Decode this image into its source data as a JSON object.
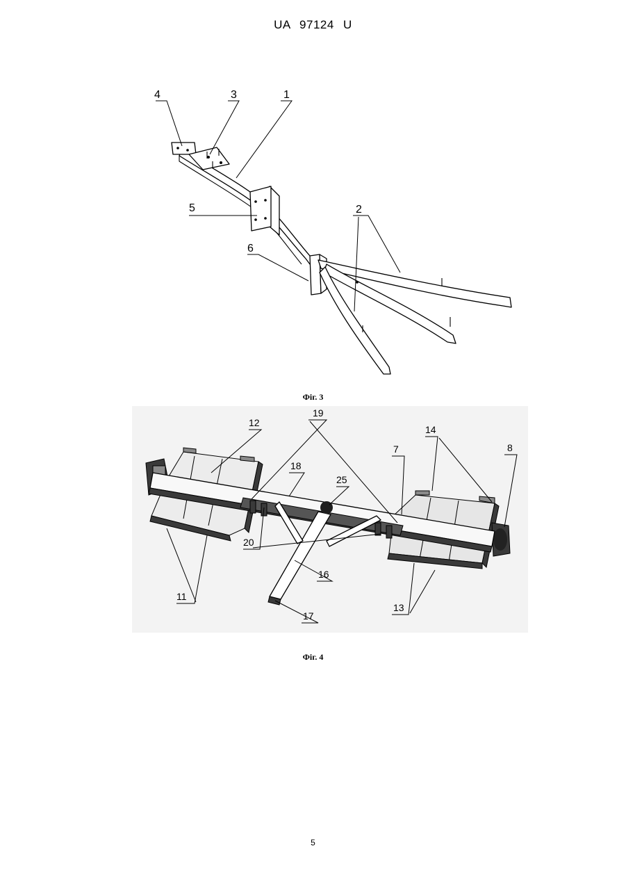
{
  "header": {
    "doc_id": "UA   97124   U"
  },
  "figure3": {
    "caption": "Фіг. 3",
    "labels": {
      "l1": "1",
      "l2": "2",
      "l3": "3",
      "l4": "4",
      "l5": "5",
      "l6": "6"
    }
  },
  "figure4": {
    "caption": "Фіг. 4",
    "labels": {
      "l7": "7",
      "l8": "8",
      "l11": "11",
      "l12": "12",
      "l13": "13",
      "l14": "14",
      "l16": "16",
      "l17": "17",
      "l18": "18",
      "l19": "19",
      "l20": "20",
      "l25": "25"
    }
  },
  "footer": {
    "page_number": "5"
  }
}
